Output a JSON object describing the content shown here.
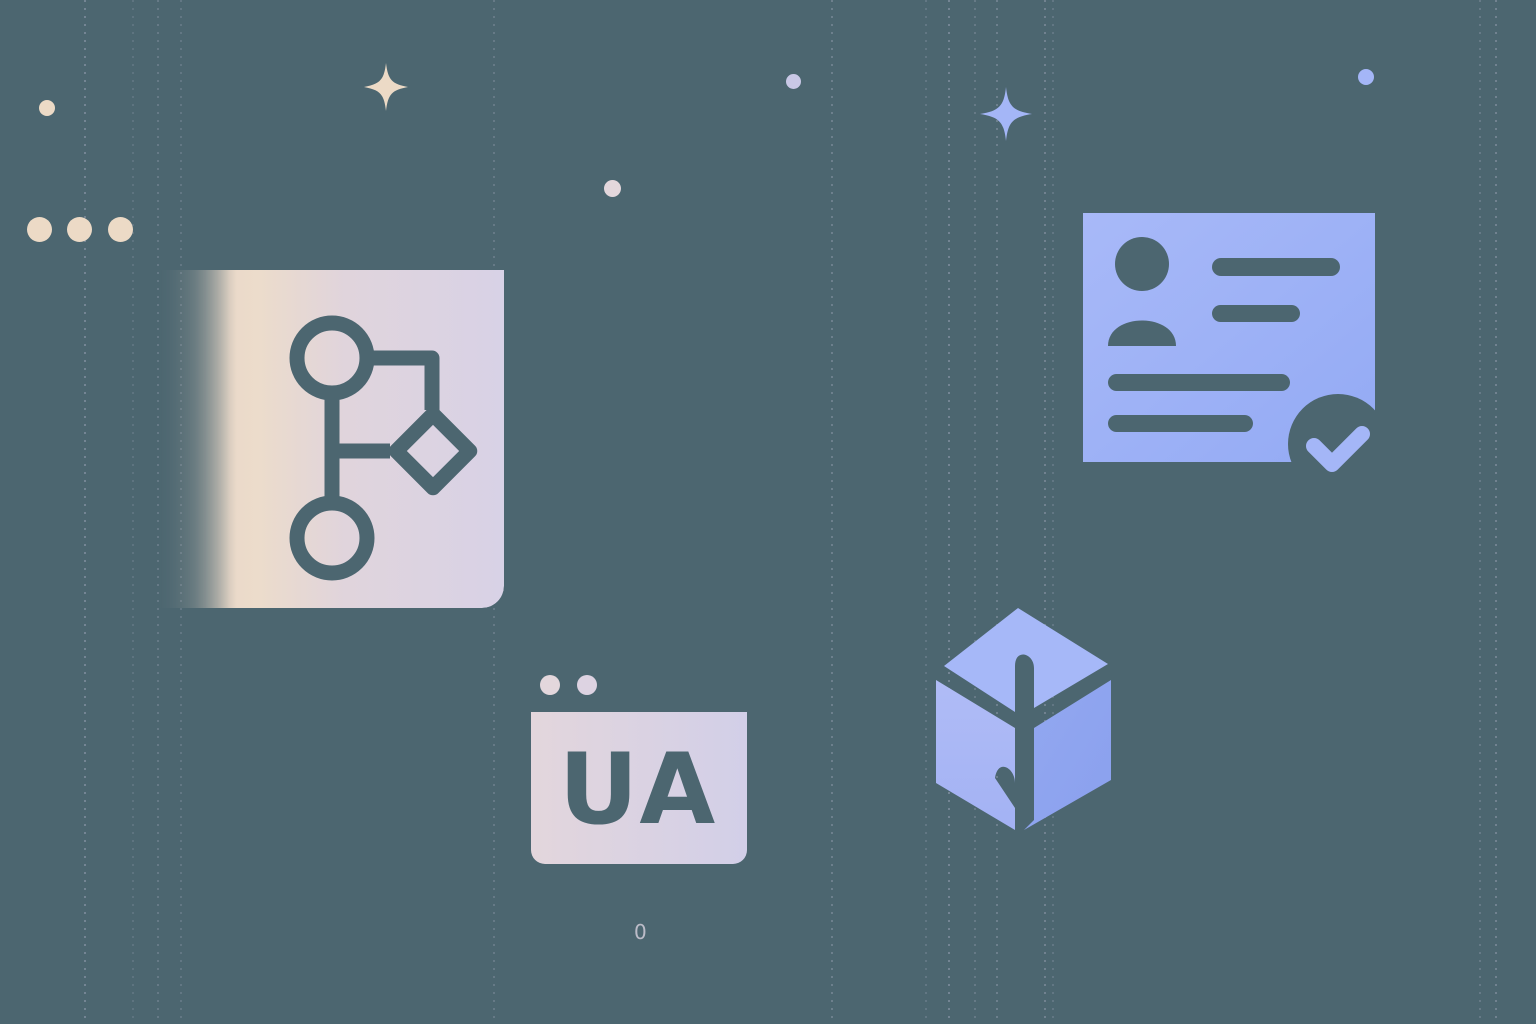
{
  "scene": {
    "background_color": "#4c6670",
    "accent_peach": "#ecdac6",
    "accent_periwinkle": "#a4b6f7",
    "accent_lavender": "#c9c8e6"
  },
  "icons": {
    "workflow": {
      "name": "workflow-branch-icon"
    },
    "id_card": {
      "name": "id-card-verified-icon"
    },
    "ua_badge": {
      "name": "ua-badge-icon",
      "label": "UA"
    },
    "package": {
      "name": "package-cube-icon"
    }
  },
  "decor": {
    "ellipsis_dots": 3,
    "ua_dots": 2,
    "small_glyph": "0"
  }
}
